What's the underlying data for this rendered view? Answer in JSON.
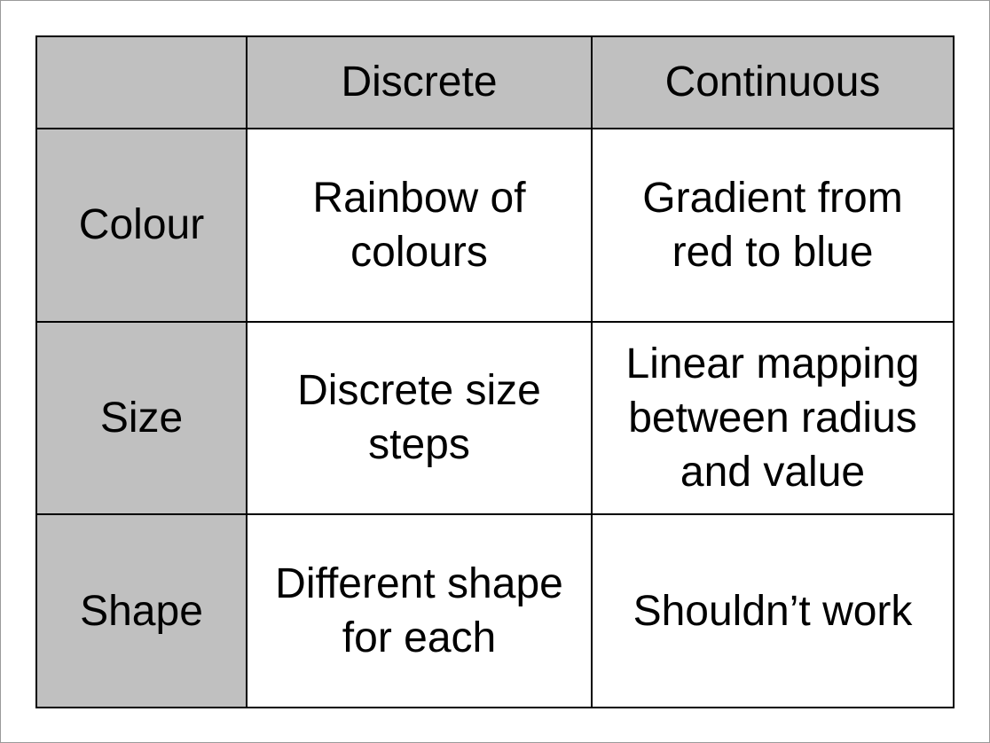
{
  "table": {
    "corner": "",
    "columns": [
      "Discrete",
      "Continuous"
    ],
    "rows": [
      {
        "label": "Colour",
        "cells": [
          "Rainbow of\ncolours",
          "Gradient from\nred to blue"
        ]
      },
      {
        "label": "Size",
        "cells": [
          "Discrete size\nsteps",
          "Linear mapping\nbetween radius\nand value"
        ]
      },
      {
        "label": "Shape",
        "cells": [
          "Different shape\nfor each",
          "Shouldn’t work"
        ]
      }
    ]
  },
  "colors": {
    "header_fill": "#c0c0c0",
    "cell_fill": "#ffffff",
    "border": "#000000"
  }
}
